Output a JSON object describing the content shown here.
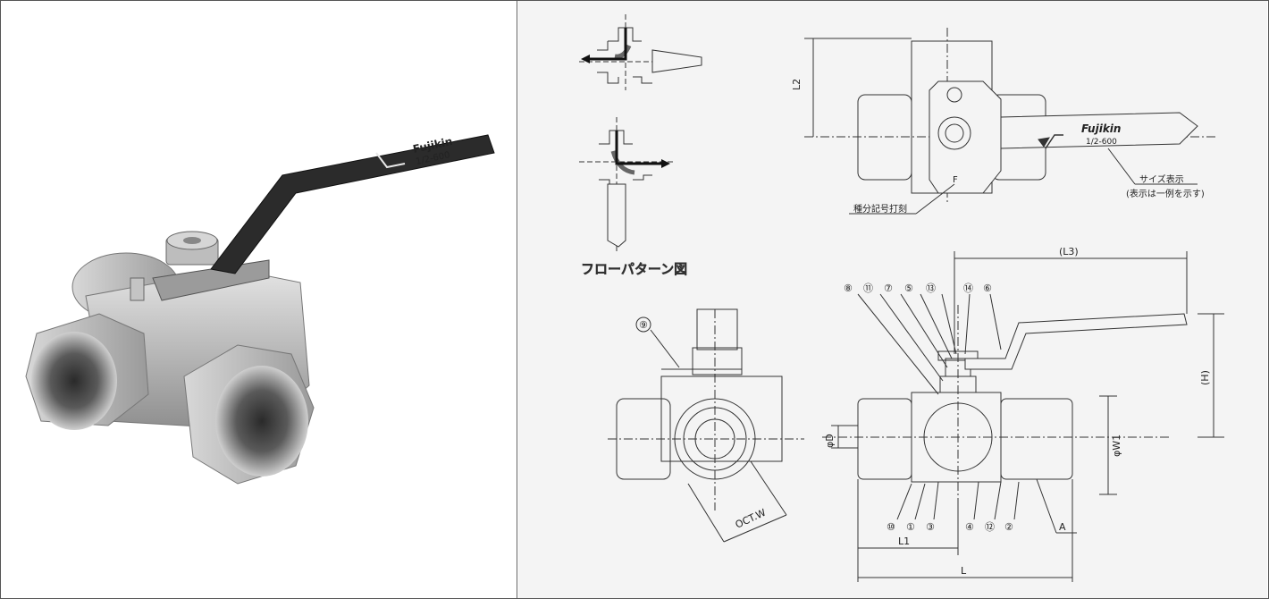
{
  "handle_print": {
    "brand": "Fujikin",
    "size": "1/2-600"
  },
  "drawing_handle_print": {
    "brand": "Fujikin",
    "size": "1/2-600"
  },
  "flow_caption": "フローパターン図",
  "callouts": {
    "size_display": "サイズ表示",
    "size_display_note": "(表示は一例を示す)",
    "type_marking": "種分記号打刻",
    "marking_letter": "F"
  },
  "dimensions": {
    "L": "L",
    "L1": "L1",
    "L2": "L2",
    "L3": "(L3)",
    "H": "(H)",
    "D": "φD",
    "W1": "φW1",
    "A": "A",
    "OCT_W": "OCT.W"
  },
  "parts": {
    "p1": "①",
    "p2": "②",
    "p3": "③",
    "p4": "④",
    "p5": "⑤",
    "p6": "⑥",
    "p7": "⑦",
    "p8": "⑧",
    "p9": "⑨",
    "p10": "⑩",
    "p11": "⑪",
    "p12": "⑫",
    "p13": "⑬",
    "p14": "⑭"
  },
  "colors": {
    "metal": "#c9c9c9",
    "metal_dark": "#7a7a7a",
    "handle": "#2b2b2b",
    "line": "#333333"
  }
}
